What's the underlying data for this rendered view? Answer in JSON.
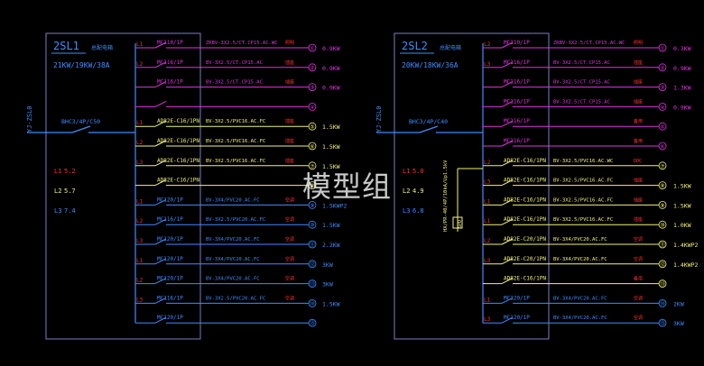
{
  "watermark": "模型组",
  "colors": {
    "magenta": "#e033e0",
    "yellow": "#f2f27a",
    "blue": "#3f8cff",
    "frame": "#7d7dc8",
    "white": "#e8e8e8",
    "red": "#ff3030",
    "green": "#33ee33"
  },
  "panels": [
    {
      "id": "2SL1",
      "title": "2SL1",
      "title_sub": "总配电箱",
      "rating": "21KW/19KW/38A",
      "feeder": "YJ-ZSL0",
      "breaker": "BHC3/4P/C50",
      "phases": [
        {
          "label": "L1",
          "value": "5.2",
          "color": "#ff3030"
        },
        {
          "label": "L2",
          "value": "5.7",
          "color": "#f2f27a"
        },
        {
          "label": "L3",
          "value": "7.4",
          "color": "#3f8cff"
        }
      ],
      "circuits": [
        {
          "phase": "L1",
          "device": "MC110/1P",
          "cable": "ZRBV-3X2.5/CT.CP15.AC.WC",
          "load": "照明",
          "no": "①",
          "power": "0.9KW",
          "color": "magenta"
        },
        {
          "phase": "L2",
          "device": "MC116/1P",
          "cable": "BV-3X2.5/CT.CP15.AC",
          "load": "插座",
          "no": "②",
          "power": "0.9KW",
          "color": "magenta"
        },
        {
          "phase": "",
          "device": "MC116/1P",
          "cable": "BV-3X2.5/CT.CP15.AC",
          "load": "插座",
          "no": "③",
          "power": "0.9KW",
          "color": "magenta"
        },
        {
          "phase": "",
          "device": "",
          "cable": "",
          "load": "",
          "no": "④",
          "power": "",
          "color": "magenta"
        },
        {
          "phase": "L1",
          "device": "AD82E-C16/1PN",
          "cable": "BV-3X2.5/PVC16.AC.FC",
          "load": "插座",
          "no": "⑤",
          "power": "1.5KW",
          "color": "yellow"
        },
        {
          "phase": "L2",
          "device": "AD82E-C16/1PN",
          "cable": "BV-3X2.5/PVC16.AC.FC",
          "load": "插座",
          "no": "⑥",
          "power": "1.5KW",
          "color": "yellow"
        },
        {
          "phase": "L3",
          "device": "AD82E-C16/1PN",
          "cable": "BV-3X2.5/PVC16.AC.FC",
          "load": "插座",
          "no": "⑦",
          "power": "1.5KW",
          "color": "yellow"
        },
        {
          "phase": "",
          "device": "AD82E-C16/1PN",
          "cable": "",
          "load": "",
          "no": "⑧",
          "power": "",
          "color": "yellow"
        },
        {
          "phase": "L1",
          "device": "MC120/1P",
          "cable": "BV-3X4/PVC20.AC.FC",
          "load": "空调",
          "no": "⑨",
          "power": "1.5KWP2",
          "color": "blue"
        },
        {
          "phase": "L2",
          "device": "MC116/1P",
          "cable": "BV-3X2.5/PVC20.AC.FC",
          "load": "空调",
          "no": "⑩",
          "power": "1.5KW",
          "color": "blue"
        },
        {
          "phase": "L3",
          "device": "MC120/1P",
          "cable": "BV-3X4/PVC20.AC.FC",
          "load": "空调",
          "no": "⑪",
          "power": "2.2KW",
          "color": "blue"
        },
        {
          "phase": "L1",
          "device": "MC120/1P",
          "cable": "BV-3X4/PVC20.AC.FC",
          "load": "空调",
          "no": "⑫",
          "power": "3KW",
          "color": "blue"
        },
        {
          "phase": "L2",
          "device": "MC120/1P",
          "cable": "BV-3X4/PVC20.AC.FC",
          "load": "空调",
          "no": "⑬",
          "power": "3KW",
          "color": "blue"
        },
        {
          "phase": "L3",
          "device": "MC116/1P",
          "cable": "BV-3X2.5/PVC20.AC.FC",
          "load": "空调",
          "no": "⑭",
          "power": "1.5KW",
          "color": "blue"
        },
        {
          "phase": "",
          "device": "MC120/1P",
          "cable": "",
          "load": "",
          "no": "⑮",
          "power": "",
          "color": "blue"
        }
      ]
    },
    {
      "id": "2SL2",
      "title": "2SL2",
      "title_sub": "总配电箱",
      "rating": "20KW/18KW/36A",
      "feeder": "YJ-ZSL0",
      "breaker": "BHC3/4P/C40",
      "phases": [
        {
          "label": "L1",
          "value": "5.0",
          "color": "#ff3030"
        },
        {
          "label": "L2",
          "value": "4.9",
          "color": "#f2f27a"
        },
        {
          "label": "L3",
          "value": "6.8",
          "color": "#3f8cff"
        }
      ],
      "spd_label": "HX/PR-40/4P/10kA/Up1.5kV",
      "spd_tag": "SPD",
      "circuits": [
        {
          "phase": "L2",
          "device": "MC110/1P",
          "cable": "ZRBV-3X2.5/CT.CP15.AC.WC",
          "load": "照明",
          "no": "①",
          "power": "0.3KW",
          "color": "magenta"
        },
        {
          "phase": "L3",
          "device": "MC116/1P",
          "cable": "BV-3X2.5/CT.CP15.AC",
          "load": "插座",
          "no": "②",
          "power": "0.9KW",
          "color": "magenta"
        },
        {
          "phase": "",
          "device": "MC116/1P",
          "cable": "BV-3X2.5/CT.CP15.AC",
          "load": "插座",
          "no": "③",
          "power": "1.3KW",
          "color": "magenta"
        },
        {
          "phase": "",
          "device": "MC116/1P",
          "cable": "BV-3X2.5/CT.CP15.AC",
          "load": "插座",
          "no": "④",
          "power": "0.9KW",
          "color": "magenta"
        },
        {
          "phase": "",
          "device": "MC116/1P",
          "cable": "",
          "load": "备用",
          "no": "⑤",
          "power": "",
          "color": "magenta"
        },
        {
          "phase": "",
          "device": "MC116/1P",
          "cable": "",
          "load": "备用",
          "no": "⑥",
          "power": "",
          "color": "magenta"
        },
        {
          "phase": "L2",
          "device": "AD82E-C16/1PN",
          "cable": "BV-3X2.5/PVC16.AC.WC",
          "load": "DDC",
          "no": "⑦",
          "power": "",
          "color": "yellow"
        },
        {
          "phase": "L3",
          "device": "AD82E-C16/1PN",
          "cable": "BV-3X2.5/PVC16.AC.FC",
          "load": "插座",
          "no": "⑧",
          "power": "1.5KW",
          "color": "yellow"
        },
        {
          "phase": "L1",
          "device": "AD82E-C16/1PN",
          "cable": "BV-3X2.5/PVC16.AC.FC",
          "load": "插座",
          "no": "⑨",
          "power": "1.5KW",
          "color": "yellow"
        },
        {
          "phase": "L1",
          "device": "AD82E-C16/1PN",
          "cable": "BV-3X2.5/PVC16.AC.FC",
          "load": "插座",
          "no": "⑩",
          "power": "1.0KW",
          "color": "yellow"
        },
        {
          "phase": "L2",
          "device": "AD82E-C20/1PN",
          "cable": "BV-3X4/PVC20.AC.FC",
          "load": "空调",
          "no": "⑪",
          "power": "1.4KWP2",
          "color": "yellow"
        },
        {
          "phase": "L3",
          "device": "AD82E-C20/1PN",
          "cable": "BV-3X4/PVC20.AC.FC",
          "load": "空调",
          "no": "⑫",
          "power": "1.4KWP2",
          "color": "yellow"
        },
        {
          "phase": "",
          "device": "AD82E-C16/1PN",
          "cable": "",
          "load": "备用",
          "no": "⑬",
          "power": "",
          "color": "yellow"
        },
        {
          "phase": "L1",
          "device": "MC120/1P",
          "cable": "BV-3X4/PVC20.AC.FC",
          "load": "空调",
          "no": "⑭",
          "power": "2KW",
          "color": "blue"
        },
        {
          "phase": "L3",
          "device": "MC120/1P",
          "cable": "BV-3X4/PVC20.AC.FC",
          "load": "空调",
          "no": "⑮",
          "power": "3KW",
          "color": "blue"
        }
      ]
    }
  ]
}
